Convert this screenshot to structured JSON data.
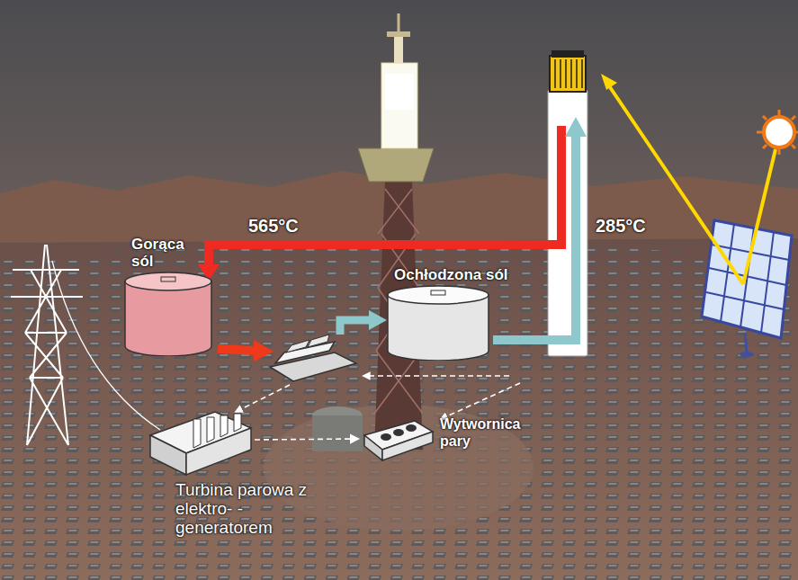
{
  "diagram": {
    "nodes": [
      {
        "text": [
          "Gorąca sól"
        ]
      },
      {
        "text": [
          "Ochłodzona sól"
        ]
      },
      {
        "text": [
          "Wytwornica pary"
        ]
      },
      {
        "text": [
          "Turbina parowa z elektro- -generatorem"
        ]
      }
    ],
    "edges": [
      {
        "from": 3,
        "to": 2,
        "arrow": "to"
      }
    ],
    "labels": [
      "565°C",
      "285°C"
    ]
  }
}
